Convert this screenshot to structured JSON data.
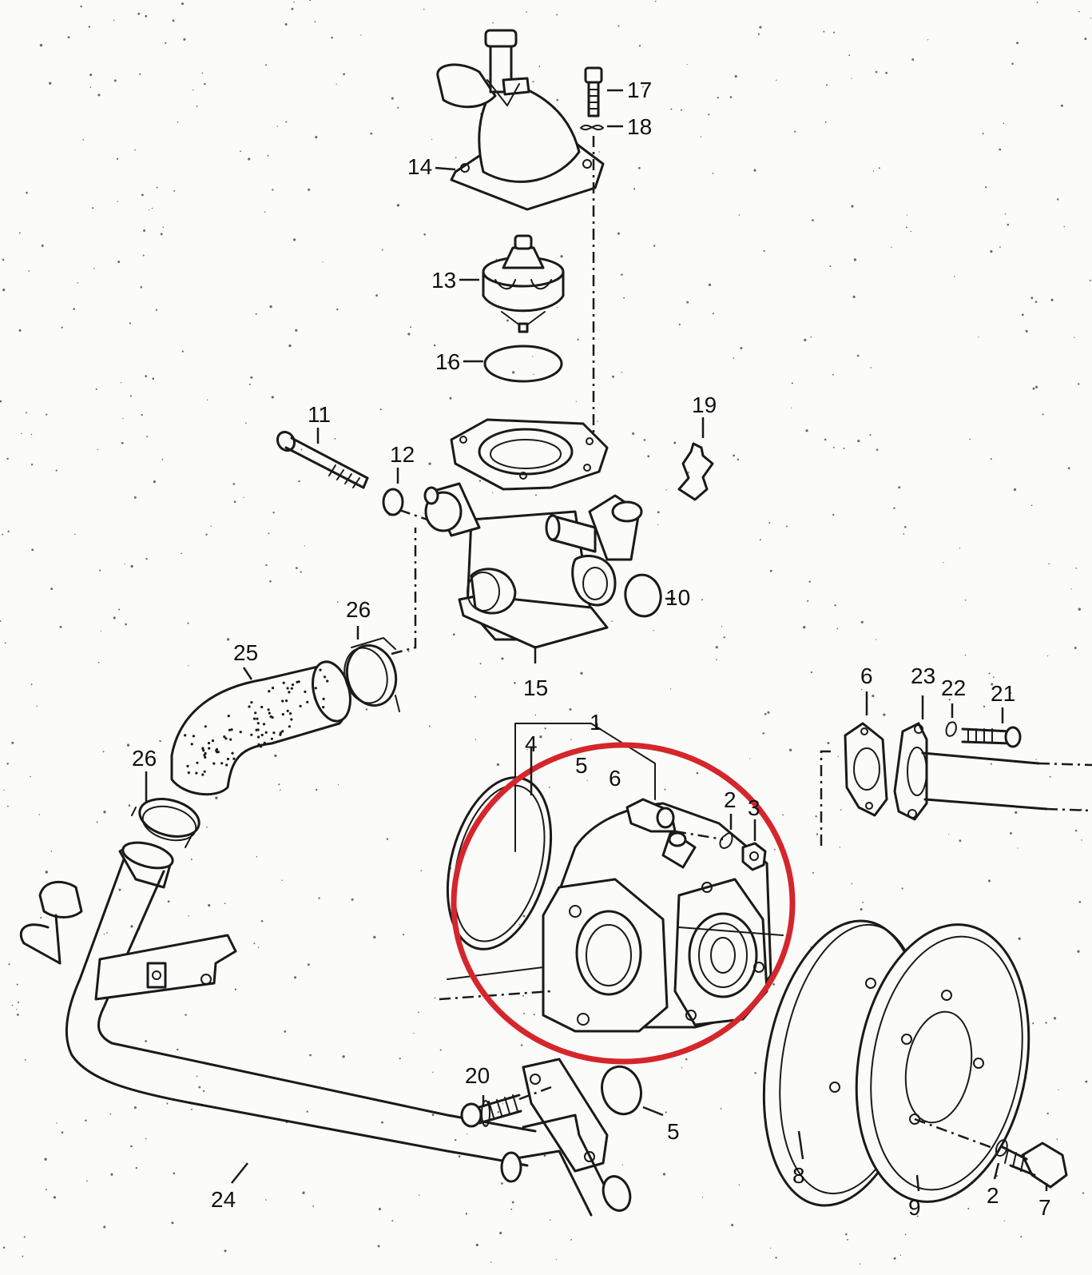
{
  "diagram": {
    "kind": "exploded parts diagram",
    "labels": {
      "p1": "1",
      "p2a": "2",
      "p2b": "2",
      "p3": "3",
      "p4": "4",
      "p5a": "5",
      "p5b": "5",
      "p6a": "6",
      "p6b": "6",
      "p7": "7",
      "p8": "8",
      "p9": "9",
      "p10": "10",
      "p11": "11",
      "p12": "12",
      "p13": "13",
      "p14": "14",
      "p15": "15",
      "p16": "16",
      "p17": "17",
      "p18": "18",
      "p19": "19",
      "p20": "20",
      "p21": "21",
      "p22": "22",
      "p23": "23",
      "p24": "24",
      "p25": "25",
      "p26a": "26",
      "p26b": "26"
    },
    "highlight": {
      "shape": "ellipse",
      "color": "#d4262b",
      "encloses": "water pump (1)"
    },
    "line_color": "#1a1a1a",
    "background": "#fbfbf9"
  }
}
